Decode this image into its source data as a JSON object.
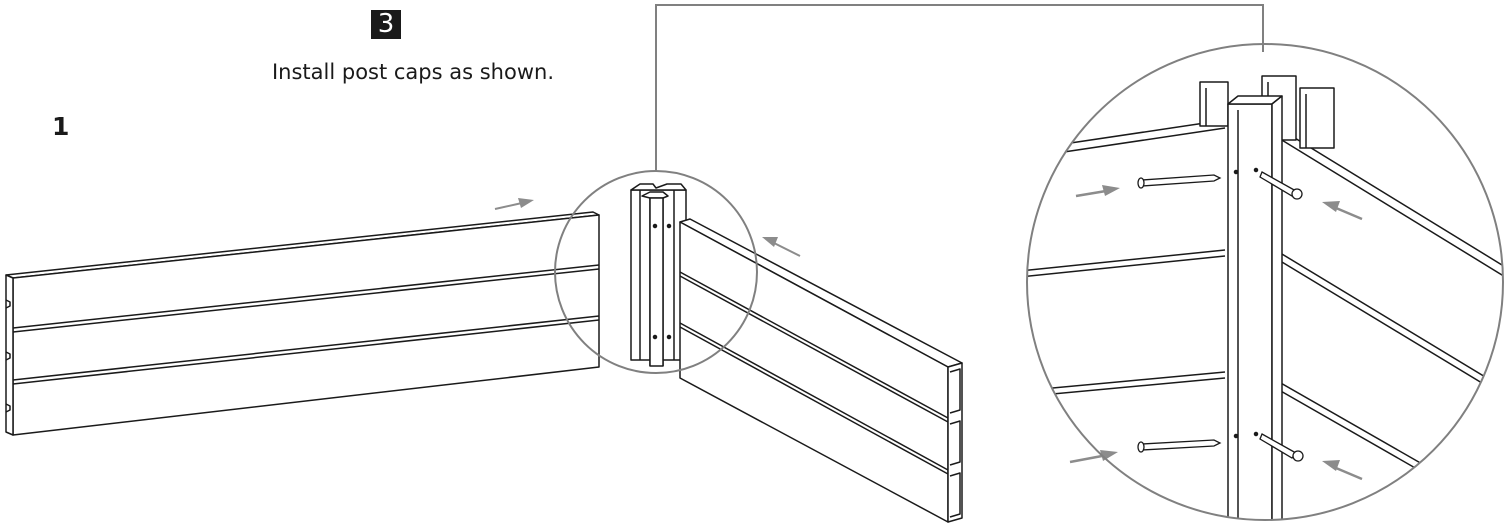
{
  "step": {
    "number": "3",
    "instruction": "Install post caps as shown.",
    "sub_step_label": "1"
  },
  "colors": {
    "line": "#1a1a1a",
    "callout": "#808080",
    "arrow": "#8c8c8c",
    "badge": "#1a1a1a"
  },
  "icons": [
    "direction-arrow-icon",
    "screw-icon",
    "magnifier-circle-icon"
  ]
}
